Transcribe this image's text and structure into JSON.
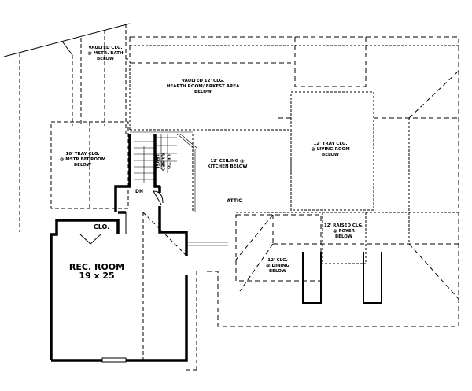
{
  "plan": {
    "labels": {
      "mstr_bath": [
        "VAULTED CLG.",
        "@ MSTR. BATH",
        "BELOW"
      ],
      "hearth_room": [
        "VAULTED 12' CLG.",
        "HEARTH ROOM/ BRKFST AREA",
        "BELOW"
      ],
      "mstr_bedroom": [
        "10' TRAY CLG.",
        "@ MSTR BEDROOM",
        "BELOW"
      ],
      "kitchen": [
        "12' CEILING @",
        "KITCHEN BELOW"
      ],
      "attic": "ATTIC",
      "living_room": [
        "12' TRAY CLG.",
        "@ LIVING ROOM",
        "BELOW"
      ],
      "foyer": [
        "12' RAISED CLG.",
        "@ FOYER",
        "BELOW"
      ],
      "dining": [
        "12' CLG.",
        "@ DINING",
        "BELOW"
      ],
      "stair_up": [
        "UP TO",
        "RAISED",
        "LEVEL"
      ],
      "stair_down": "DN",
      "closet": "CLO.",
      "rec_room_name": "REC. ROOM",
      "rec_room_size": "19 x 25"
    }
  }
}
